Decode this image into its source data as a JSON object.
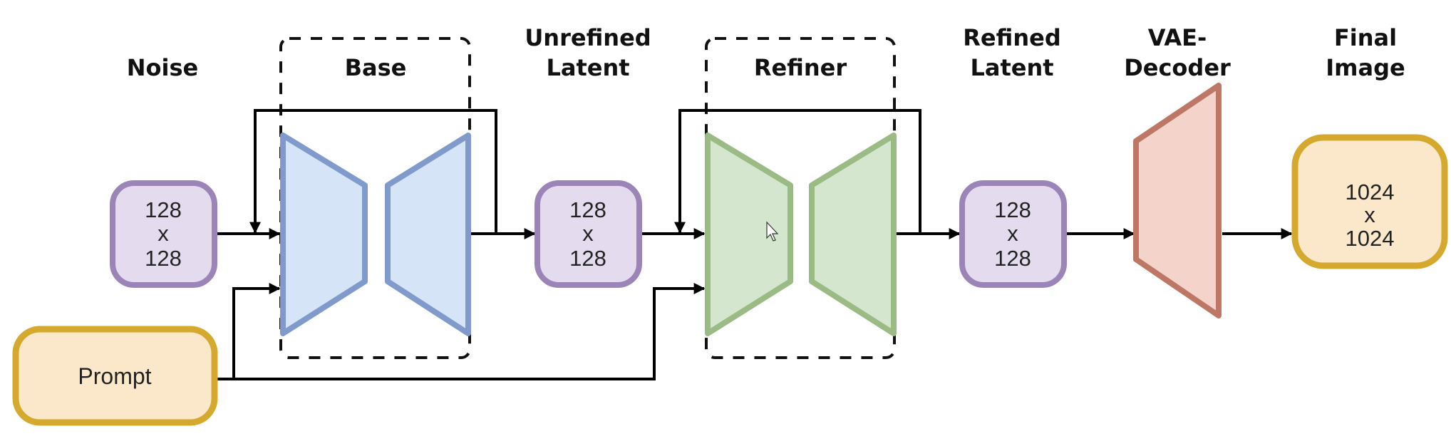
{
  "labels": {
    "noise": "Noise",
    "base": "Base",
    "unrefined_latent": [
      "Unrefined",
      "Latent"
    ],
    "refiner": "Refiner",
    "refined_latent": [
      "Refined",
      "Latent"
    ],
    "vae_decoder": [
      "VAE-",
      "Decoder"
    ],
    "final_image": [
      "Final",
      "Image"
    ]
  },
  "nodes": {
    "noise": [
      "128",
      "x",
      "128"
    ],
    "unrefined_latent": [
      "128",
      "x",
      "128"
    ],
    "refined_latent": [
      "128",
      "x",
      "128"
    ],
    "final_image": [
      "1024",
      "x",
      "1024"
    ],
    "prompt": "Prompt"
  },
  "colors": {
    "latent_border": "#9B85B8",
    "latent_fill": "#E4DCEE",
    "base_border": "#7F9ACB",
    "base_fill": "#D6E4F7",
    "refiner_border": "#9BBB84",
    "refiner_fill": "#D5E6CF",
    "vae_border": "#BE7765",
    "vae_fill": "#F4D3CB",
    "io_border": "#D4A92E",
    "io_fill": "#FBE8CB"
  }
}
